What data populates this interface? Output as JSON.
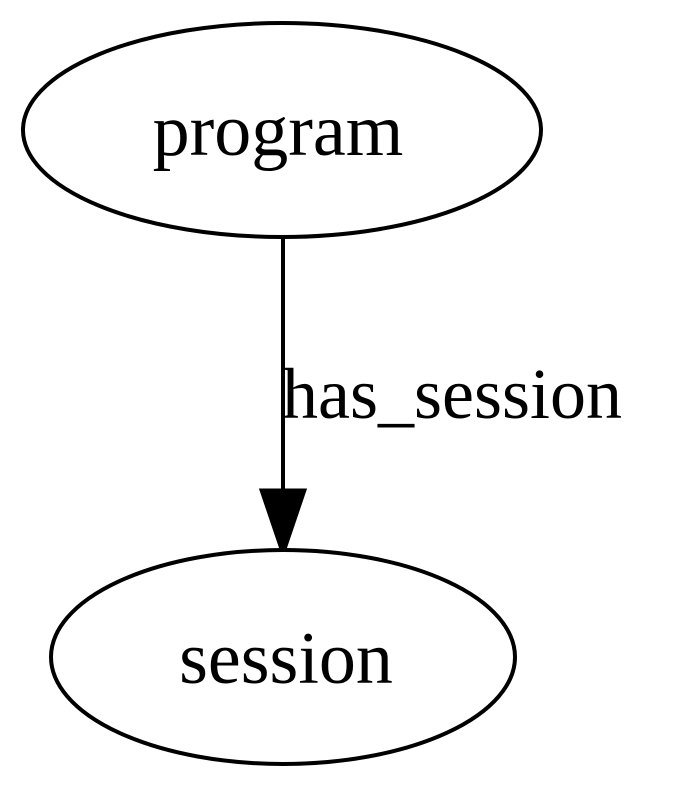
{
  "graph": {
    "nodes": [
      {
        "id": "program",
        "label": "program"
      },
      {
        "id": "session",
        "label": "session"
      }
    ],
    "edges": [
      {
        "from": "program",
        "to": "session",
        "label": "has_session"
      }
    ]
  },
  "colors": {
    "background": "#ffffff",
    "stroke": "#000000",
    "text": "#000000"
  }
}
